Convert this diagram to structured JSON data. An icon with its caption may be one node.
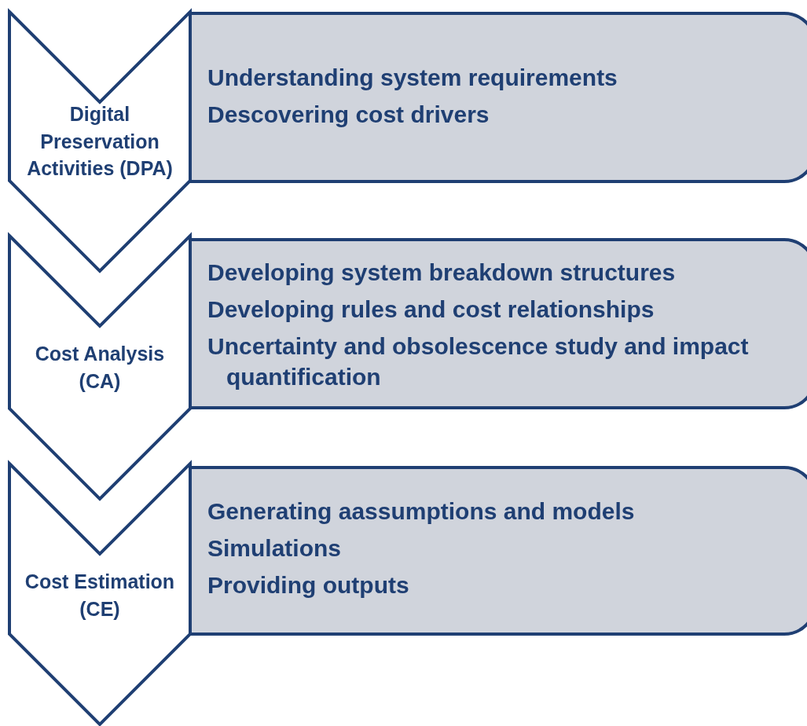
{
  "diagram": {
    "nodes": [
      {
        "text": [
          "Digital Preservation Activities (DPA)"
        ]
      },
      {
        "text": [
          "Understanding system requirements",
          "Descovering cost drivers"
        ]
      },
      {
        "text": [
          "Cost Analysis (CA)"
        ]
      },
      {
        "text": [
          "Developing system breakdown structures",
          "Developing rules and cost relationships",
          "Uncertainty and obsolescence study and impact quantification"
        ]
      },
      {
        "text": [
          "Cost Estimation (CE)"
        ]
      },
      {
        "text": [
          "Generating aassumptions and models",
          "Simulations",
          "Providing outputs"
        ]
      }
    ]
  }
}
